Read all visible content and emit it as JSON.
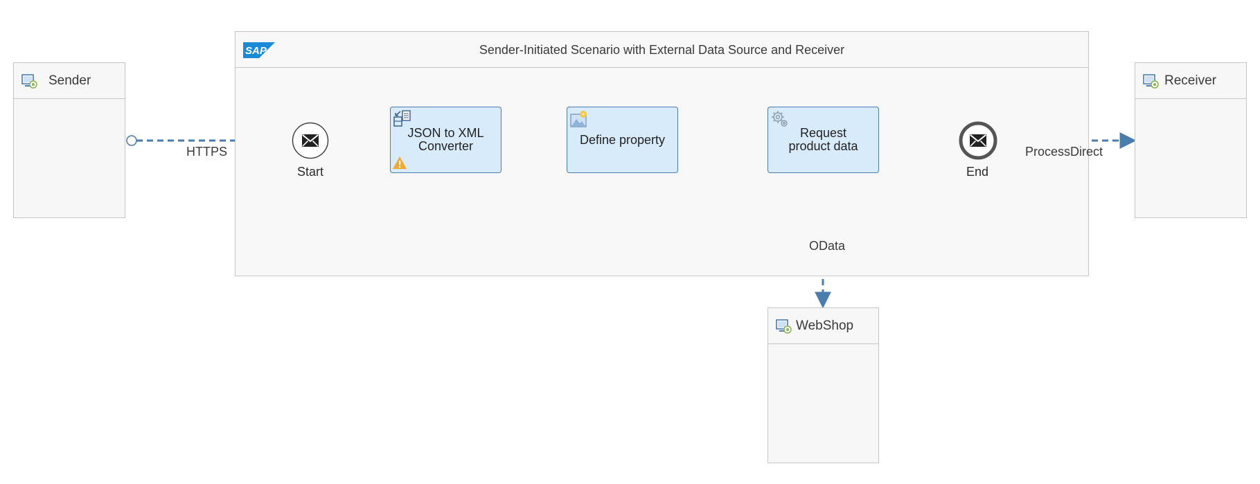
{
  "diagram": {
    "title": "Sender-Initiated Scenario with External Data Source and Receiver",
    "logo_text": "SAP"
  },
  "participants": {
    "sender": {
      "label": "Sender",
      "icon": "participant-icon"
    },
    "receiver": {
      "label": "Receiver",
      "icon": "participant-icon"
    },
    "webshop": {
      "label": "WebShop",
      "icon": "participant-icon"
    }
  },
  "events": {
    "start": {
      "label": "Start",
      "icon": "envelope-icon"
    },
    "end": {
      "label": "End",
      "icon": "envelope-icon"
    }
  },
  "steps": {
    "json_to_xml": {
      "label": "JSON to XML Converter",
      "icon": "converter-icon",
      "warning": "warning-icon"
    },
    "define_property": {
      "label": "Define property",
      "icon": "content-modifier-icon"
    },
    "request_product": {
      "label": "Request product data",
      "icon": "gear-icon"
    }
  },
  "channels": {
    "sender_channel": "HTTPS",
    "receiver_channel": "ProcessDirect",
    "webshop_channel": "OData"
  },
  "colors": {
    "flow": "#4a7cad",
    "task_fill": "#d8ebfb",
    "pool_border": "#c6c6c6",
    "warning": "#f0a92b"
  }
}
